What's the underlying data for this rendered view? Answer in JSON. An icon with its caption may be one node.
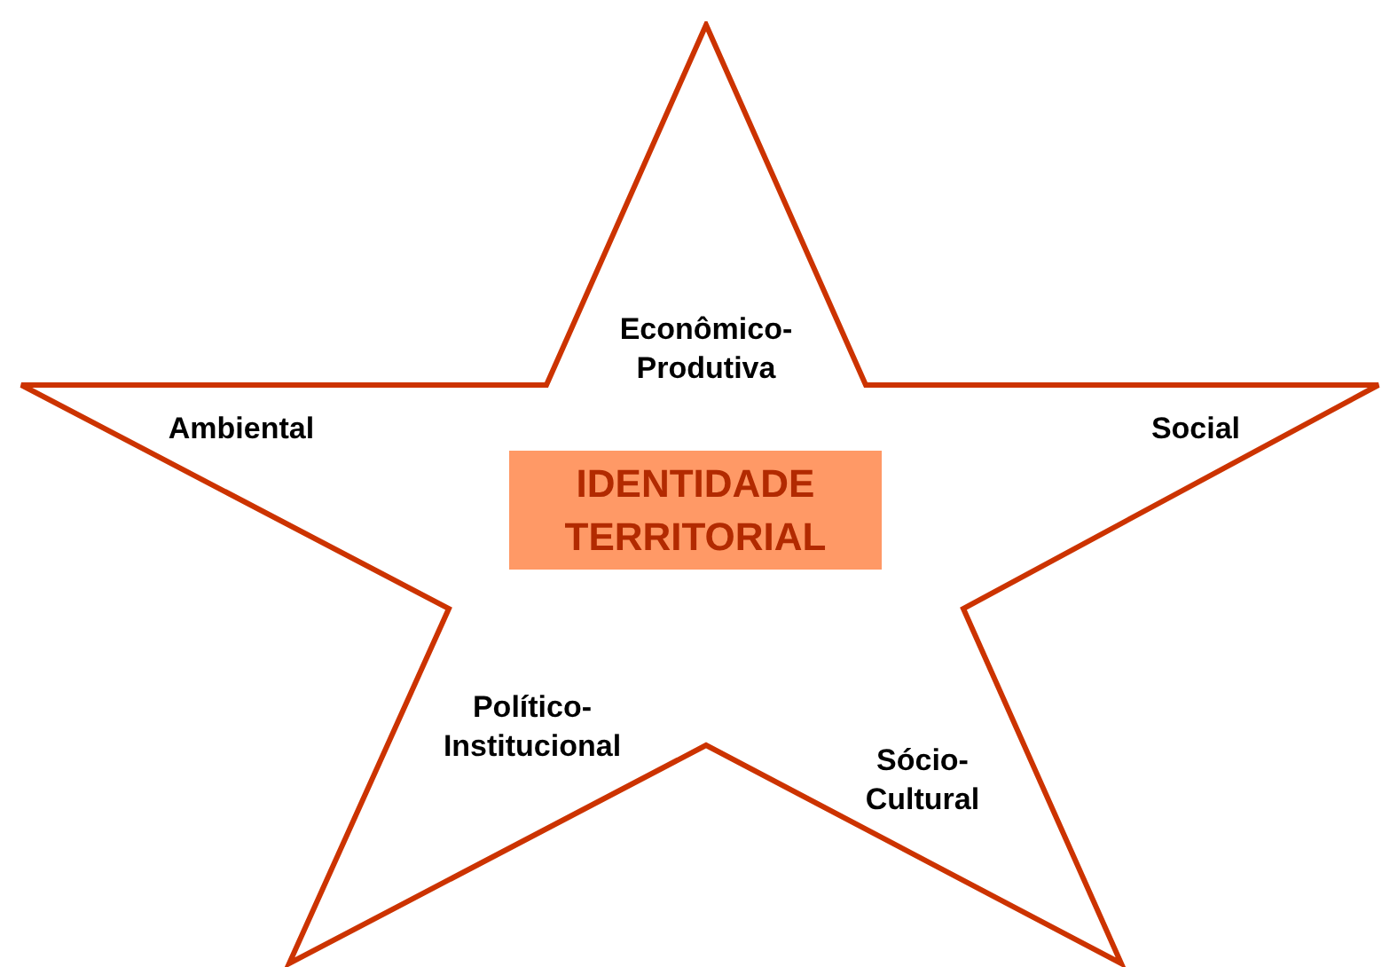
{
  "diagram": {
    "nodes": [
      {
        "text": [],
        "shape": "star"
      },
      {
        "text": [
          "IDENTIDADE TERRITORIAL"
        ],
        "in": 0
      }
    ],
    "labels": [
      "Econômico-Produtiva",
      "Ambiental",
      "Social",
      "Político-Institucional",
      "Sócio-Cultural"
    ]
  }
}
